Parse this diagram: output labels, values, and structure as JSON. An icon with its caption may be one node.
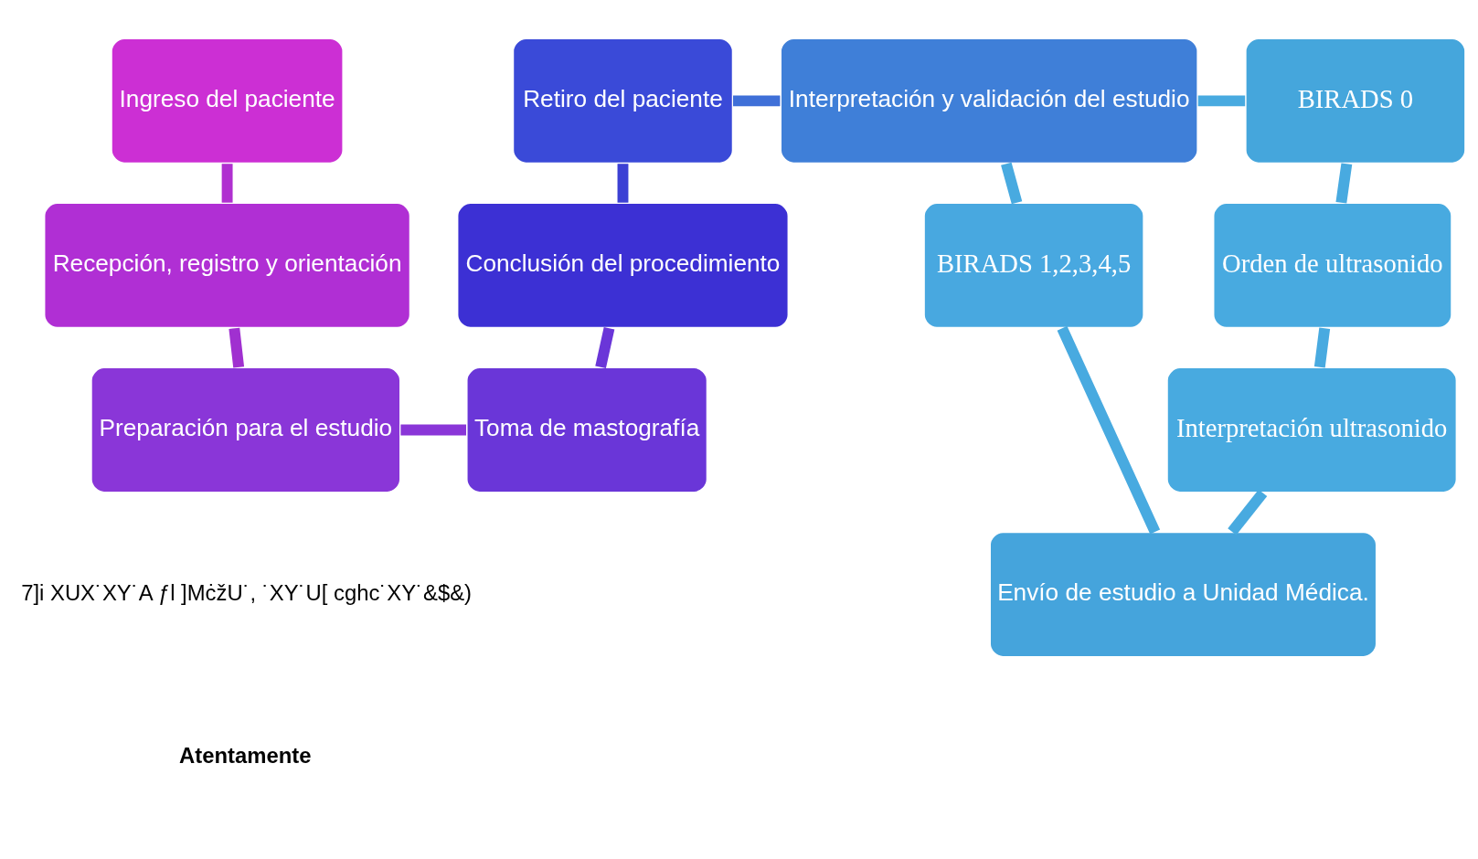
{
  "diagram": {
    "nodes": [
      {
        "text": [
          "Ingreso del paciente"
        ]
      },
      {
        "text": [
          "Recepción, registro y orientación"
        ]
      },
      {
        "text": [
          "Preparación para el estudio"
        ]
      },
      {
        "text": [
          "Toma de mastografía"
        ]
      },
      {
        "text": [
          "Conclusión del procedimiento"
        ]
      },
      {
        "text": [
          "Retiro del paciente"
        ]
      },
      {
        "text": [
          "Interpretación y validación del estudio"
        ]
      },
      {
        "text": [
          "BIRADS 0"
        ]
      },
      {
        "text": [
          "BIRADS 1,2,3,4,5"
        ]
      },
      {
        "text": [
          "Orden de ultrasonido"
        ]
      },
      {
        "text": [
          "Interpretación ultrasonido"
        ]
      },
      {
        "text": [
          "Envío de estudio a Unidad Médica."
        ]
      }
    ],
    "edges": [
      {
        "from": 0,
        "to": 1,
        "arrow": "none",
        "color": "#b030d0"
      },
      {
        "from": 1,
        "to": 2,
        "arrow": "none",
        "color": "#a030d0"
      },
      {
        "from": 2,
        "to": 3,
        "arrow": "none",
        "color": "#8a36d8"
      },
      {
        "from": 3,
        "to": 4,
        "arrow": "none",
        "color": "#6a36d8"
      },
      {
        "from": 4,
        "to": 5,
        "arrow": "none",
        "color": "#3c40d4"
      },
      {
        "from": 5,
        "to": 6,
        "arrow": "none"
      },
      {
        "from": 6,
        "to": 7,
        "arrow": "none"
      },
      {
        "from": 6,
        "to": 8,
        "arrow": "none"
      },
      {
        "from": 7,
        "to": 9,
        "arrow": "none"
      },
      {
        "from": 9,
        "to": 10,
        "arrow": "none"
      },
      {
        "from": 8,
        "to": 11,
        "arrow": "none"
      },
      {
        "from": 10,
        "to": 11,
        "arrow": "none"
      }
    ],
    "labels": [
      "7]i XUX˙XY˙A ƒl ]MċžU˙, ˙XY˙U[ cghc˙XY˙&$&)",
      "Atentamente"
    ]
  }
}
